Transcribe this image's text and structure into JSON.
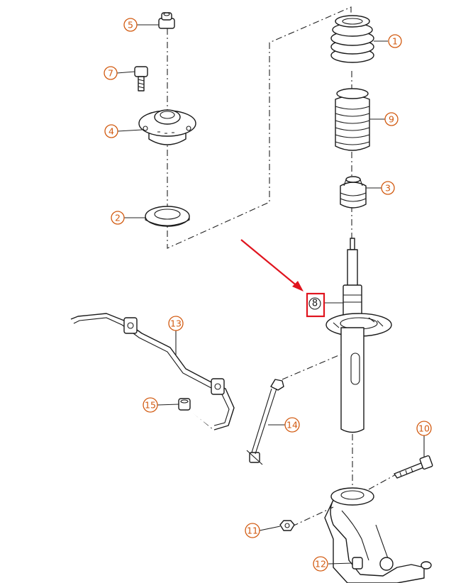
{
  "diagram": {
    "highlight_color": "#e0141e",
    "callout_color": "#d25a10",
    "callouts": [
      {
        "id": "c1",
        "label": "1"
      },
      {
        "id": "c2",
        "label": "2"
      },
      {
        "id": "c3",
        "label": "3"
      },
      {
        "id": "c4",
        "label": "4"
      },
      {
        "id": "c5",
        "label": "5"
      },
      {
        "id": "c7",
        "label": "7"
      },
      {
        "id": "c8",
        "label": "8"
      },
      {
        "id": "c9",
        "label": "9"
      },
      {
        "id": "c10",
        "label": "10"
      },
      {
        "id": "c11",
        "label": "11"
      },
      {
        "id": "c12",
        "label": "12"
      },
      {
        "id": "c13",
        "label": "13"
      },
      {
        "id": "c14",
        "label": "14"
      },
      {
        "id": "c15",
        "label": "15"
      }
    ]
  }
}
